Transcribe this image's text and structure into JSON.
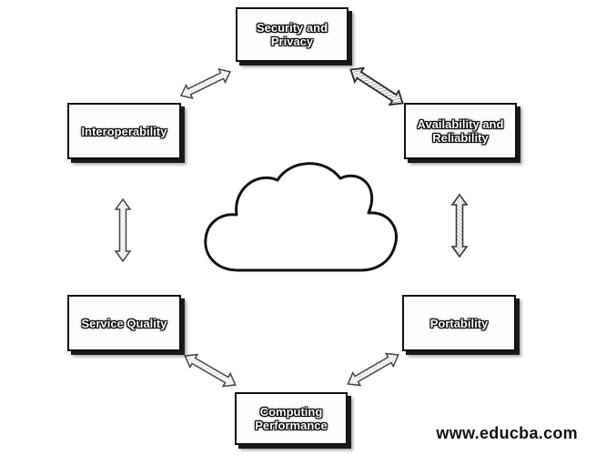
{
  "diagram": {
    "center_icon": "cloud-icon",
    "nodes": [
      {
        "id": "security",
        "label": "Security and Privacy"
      },
      {
        "id": "availability",
        "label": "Availability and Reliability"
      },
      {
        "id": "portability",
        "label": "Portability"
      },
      {
        "id": "computing",
        "label": "Computing Performance"
      },
      {
        "id": "service",
        "label": "Service Quality"
      },
      {
        "id": "interop",
        "label": "Interoperability"
      }
    ],
    "connectors": [
      {
        "from": "interop",
        "to": "security"
      },
      {
        "from": "security",
        "to": "availability"
      },
      {
        "from": "availability",
        "to": "portability"
      },
      {
        "from": "portability",
        "to": "computing"
      },
      {
        "from": "computing",
        "to": "service"
      },
      {
        "from": "service",
        "to": "interop"
      }
    ],
    "colors": {
      "border": "#111111",
      "label_fill": "#ffffff",
      "arrow_fill": "#ffffff"
    }
  },
  "watermark": "www.educba.com"
}
